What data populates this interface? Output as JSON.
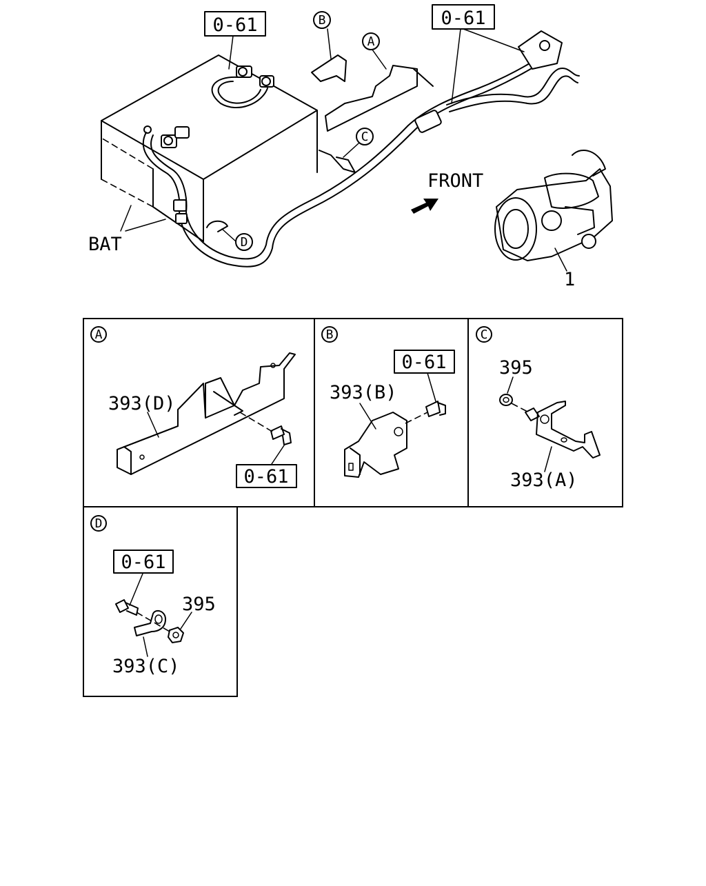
{
  "overview": {
    "ref_top_left": "0-61",
    "ref_top_right": "0-61",
    "callout_a": "A",
    "callout_b": "B",
    "callout_c": "C",
    "callout_d": "D",
    "battery_label": "BAT",
    "front_label": "FRONT",
    "starter_label": "1"
  },
  "panels": {
    "a": {
      "badge": "A",
      "bracket_label": "393(D)",
      "bolt_ref": "0-61"
    },
    "b": {
      "badge": "B",
      "bracket_label": "393(B)",
      "bolt_ref": "0-61"
    },
    "c": {
      "badge": "C",
      "nut_label": "395",
      "bracket_label": "393(A)"
    },
    "d": {
      "badge": "D",
      "bolt_ref": "0-61",
      "nut_label": "395",
      "clamp_label": "393(C)"
    }
  }
}
